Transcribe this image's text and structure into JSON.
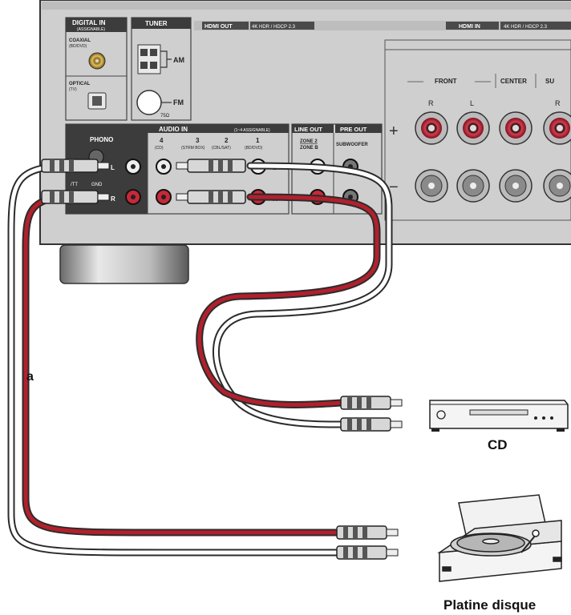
{
  "panel": {
    "digital_in": {
      "title": "DIGITAL IN",
      "subtitle": "(ASSIGNABLE)",
      "coaxial": "COAXIAL",
      "coaxial_sub": "(BD/DVD)",
      "optical": "OPTICAL",
      "optical_sub": "(TV)"
    },
    "tuner": {
      "title": "TUNER",
      "am": "AM",
      "fm": "FM",
      "fm_sub": "75Ω"
    },
    "hdmi_out": {
      "title": "HDMI OUT",
      "spec": "4K HDR / HDCP 2.3"
    },
    "hdmi_in": {
      "title": "HDMI IN",
      "spec": "4K HDR / HDCP 2.3"
    },
    "audio_in": {
      "title": "AUDIO IN",
      "assign": "(1~4 ASSIGNABLE)",
      "phono": "PHONO",
      "tt": "/TT",
      "gnd": "GND",
      "inputs": [
        {
          "num": "4",
          "sub": "(CD)"
        },
        {
          "num": "3",
          "sub": "(STRM BOX)"
        },
        {
          "num": "2",
          "sub": "(CBL/SAT)"
        },
        {
          "num": "1",
          "sub": "(BD/DVD)"
        }
      ]
    },
    "line_out": {
      "title": "LINE OUT",
      "zone2": "ZONE 2",
      "zoneb": "ZONE B"
    },
    "pre_out": {
      "title": "PRE OUT",
      "subwoofer": "SUBWOOFER"
    },
    "speakers": {
      "front": "FRONT",
      "center": "CENTER",
      "surround": "SU",
      "plus": "+",
      "minus": "−"
    },
    "ch_l": "L",
    "ch_r": "R"
  },
  "labels": {
    "cable": "a",
    "cd": "CD",
    "turntable": "Platine disque"
  },
  "colors": {
    "red_cable": "#b1202c",
    "white_cable": "#ffffff",
    "cable_outline": "#2b2b2b",
    "panel": "#cfcfcf"
  }
}
